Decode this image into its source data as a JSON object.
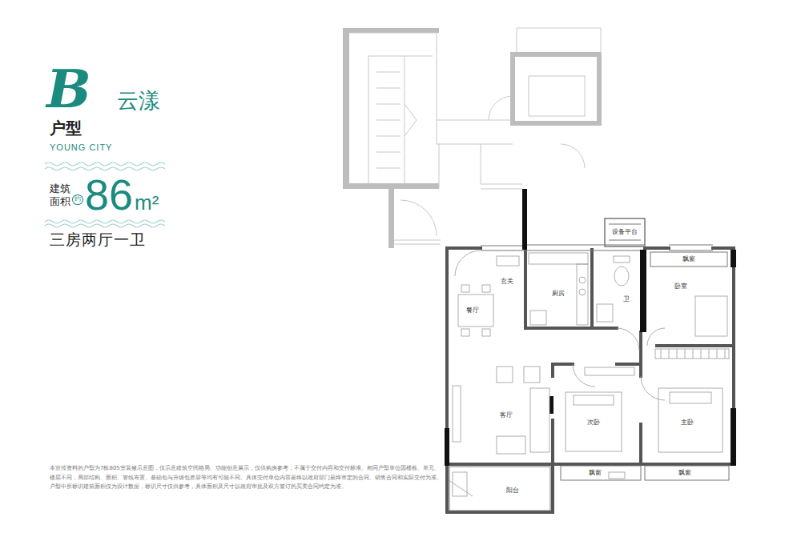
{
  "diagram": {
    "nodes": [
      {
        "text": [
          "玄关"
        ]
      },
      {
        "text": [
          "餐厅"
        ]
      },
      {
        "text": [
          "厨房"
        ]
      },
      {
        "text": [
          "卫"
        ]
      },
      {
        "text": [
          "设备平台"
        ]
      },
      {
        "text": [
          "飘窗"
        ]
      },
      {
        "text": [
          "卧室"
        ]
      },
      {
        "text": [
          "客厅"
        ]
      },
      {
        "text": [
          "次卧"
        ]
      },
      {
        "text": [
          "主卧"
        ]
      },
      {
        "text": [
          "飘窗"
        ]
      },
      {
        "text": [
          "飘窗"
        ]
      },
      {
        "text": [
          "阳台"
        ]
      }
    ],
    "labels": [
      "B",
      "云漾",
      "户型",
      "YOUNG CITY",
      "建筑 面积",
      "约",
      "86",
      "m²",
      "三房两厅一卫",
      "本宣传资料的户型为7栋805室装修示意图，仅示意建筑空间格局、功能创意展示，仅供购房参考，不属于交付内容和交付标准。相同户型单位因楼栋、单元、楼层不同，局部结构、面积、管线布置、基础包与升级包差异等均有可能不同。具体交付单位内容最终以政府部门最终审定的合同、销售合同和实际交付为准。户型中所标识建筑面积仅为设计数据，标识尺寸仅供参考，具体面积及尺寸以政府审批及双方签订的买卖合同约定为准。"
    ]
  }
}
